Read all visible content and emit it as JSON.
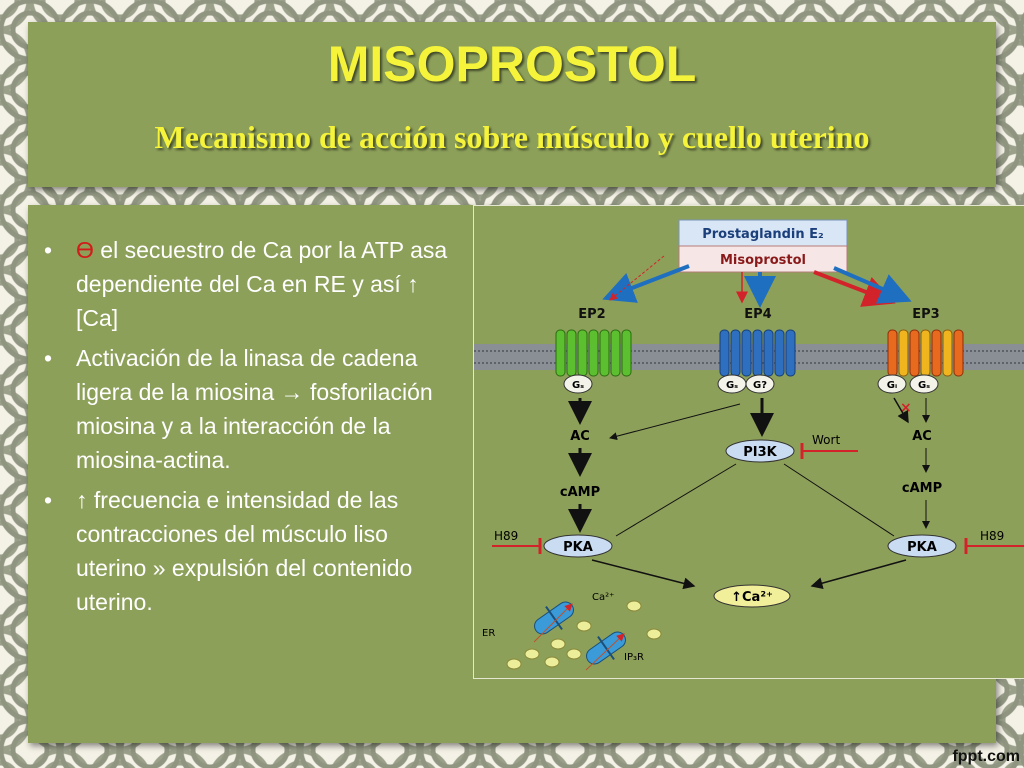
{
  "slide": {
    "title": "MISOPROSTOL",
    "subtitle": "Mecanismo de acción sobre músculo y cuello uterino"
  },
  "bullets": [
    {
      "prefix": "Ɵ",
      "text": " el secuestro de Ca por la ATP asa dependiente del Ca en RE y así ↑ [Ca]"
    },
    {
      "prefix": "",
      "text": "Activación de la linasa de cadena ligera de la miosina → fosforilación miosina y a la interacción de la miosina-actina."
    },
    {
      "prefix": "",
      "text": "↑ frecuencia e intensidad de las contracciones del músculo liso uterino » expulsión del contenido uterino."
    }
  ],
  "diagram": {
    "ligand_top": "Prostaglandin E₂",
    "ligand_bottom": "Misoprostol",
    "receptors": {
      "ep2": "EP2",
      "ep4": "EP4",
      "ep3": "EP3"
    },
    "gproteins": {
      "ep2_gs": "Gₛ",
      "ep4_gs": "Gₛ",
      "ep4_gq": "G?",
      "ep3_gi": "Gᵢ",
      "ep3_gs": "Gₛ"
    },
    "nodes": {
      "ac_left": "AC",
      "camp_left": "cAMP",
      "pka_left": "PKA",
      "pi3k": "PI3K",
      "wort": "Wort",
      "ac_right": "AC",
      "camp_right": "cAMP",
      "pka_right": "PKA",
      "h89_left": "H89",
      "h89_right": "H89",
      "ca_node": "↑Ca²⁺",
      "ca_label": "Ca²⁺",
      "er": "ER",
      "ip3r": "IP₃R",
      "x_mark": "×"
    },
    "colors": {
      "ep2": "#5bbf2f",
      "ep4": "#2f6fc0",
      "ep3": "#e86a1f",
      "red": "#d2232a",
      "blue": "#1f6fc0",
      "node": "#c9dcf2"
    }
  },
  "footer": "fppt.com"
}
